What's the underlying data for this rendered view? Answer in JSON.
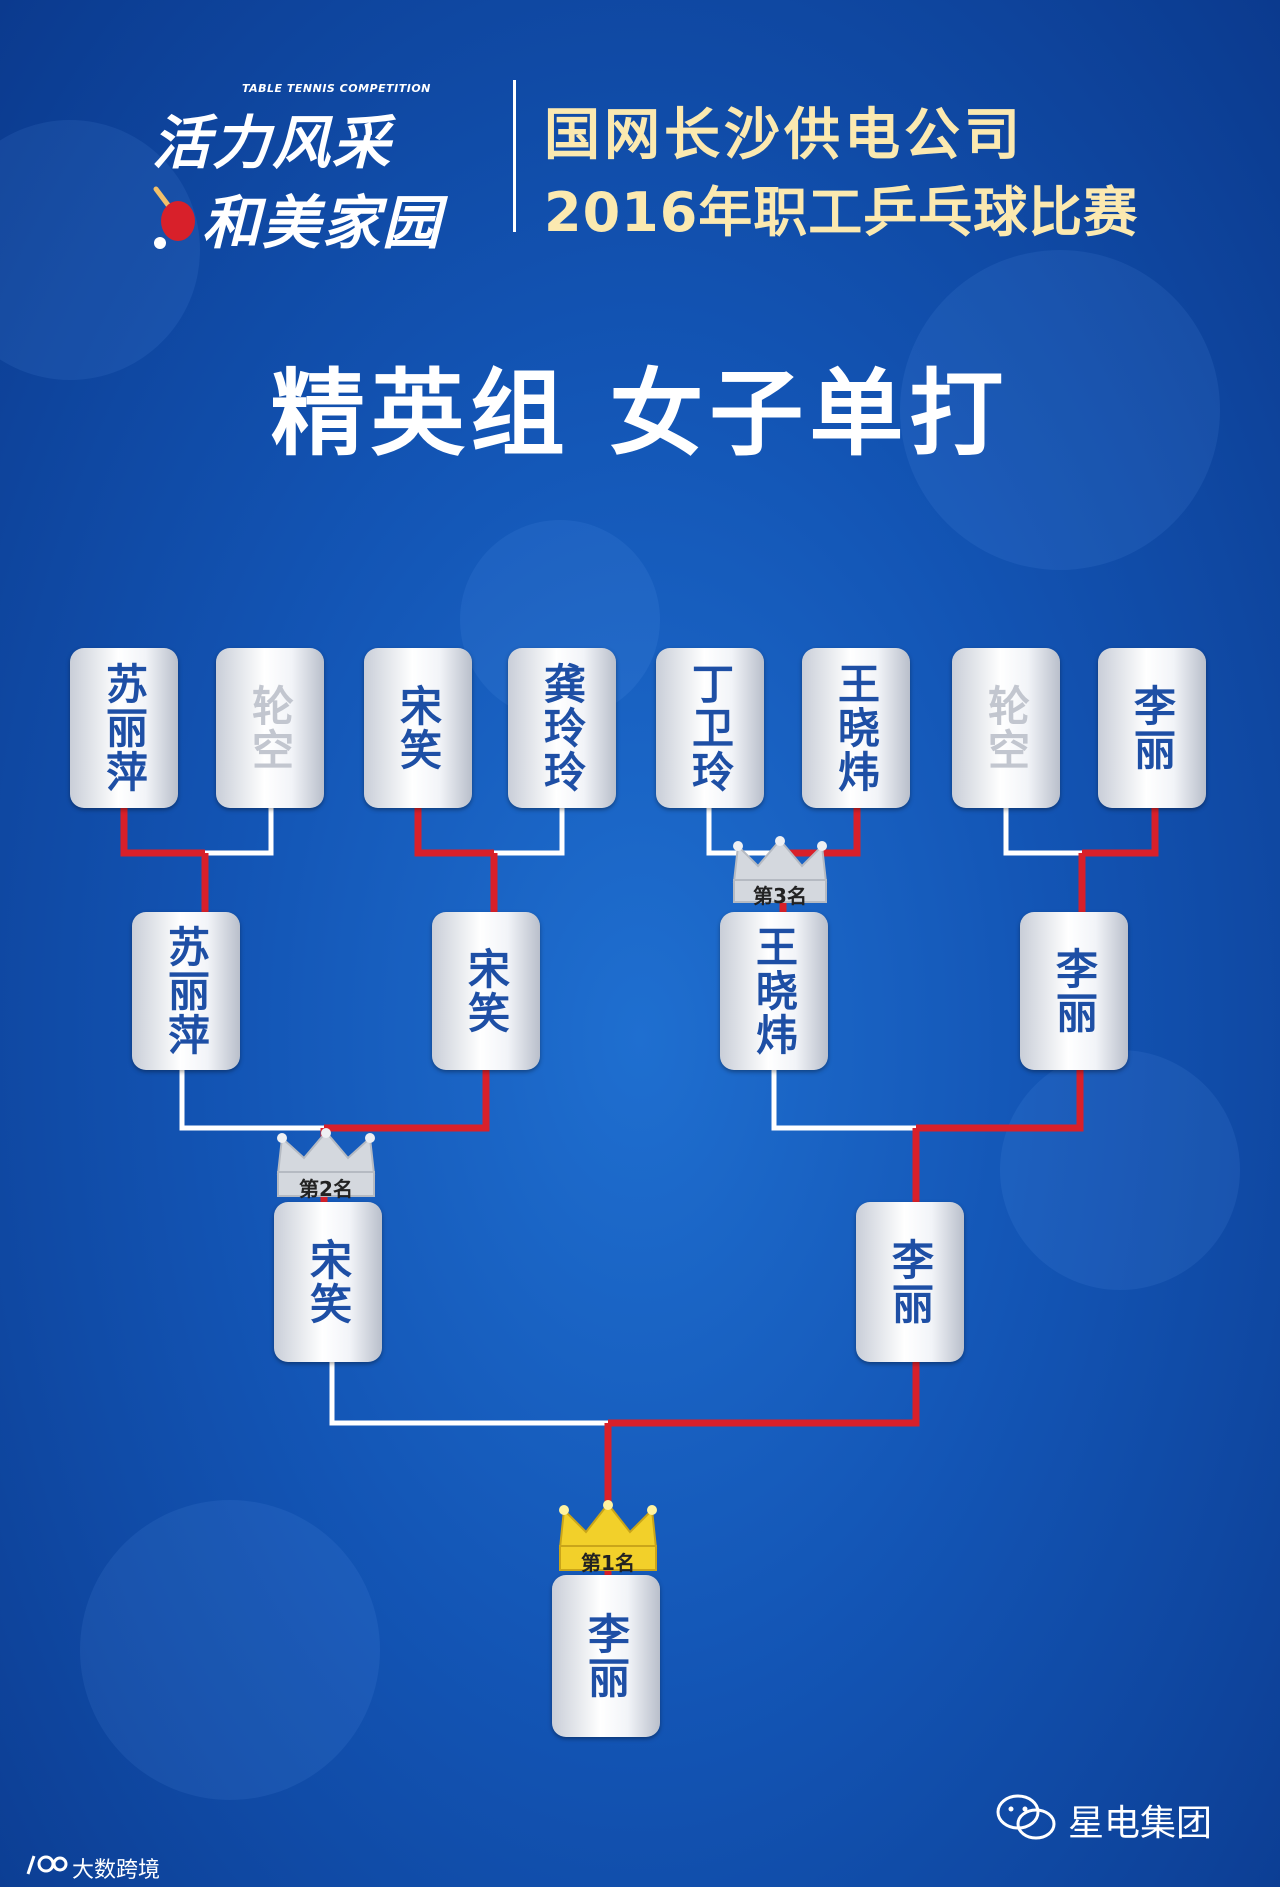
{
  "logo": {
    "subtitle": "TABLE TENNIS COMPETITION",
    "line1": "活力风采",
    "line2": "和美家园"
  },
  "header": {
    "org": "国网长沙供电公司",
    "event": "2016年职工乒乓球比赛"
  },
  "heading": "精英组 女子单打",
  "round1": [
    "苏丽萍",
    "轮空",
    "宋笑",
    "龚玲玲",
    "丁卫玲",
    "王晓炜",
    "轮空",
    "李丽"
  ],
  "round2": [
    "苏丽萍",
    "宋笑",
    "王晓炜",
    "李丽"
  ],
  "semifinal": [
    "宋笑",
    "李丽"
  ],
  "final": "李丽",
  "crowns": {
    "first": "第1名",
    "second": "第2名",
    "third": "第3名"
  },
  "colors": {
    "winner_line": "#d8202a",
    "loser_line": "#ffffff",
    "name_text": "#1e4fa5",
    "bye_text": "#c2c6cf",
    "gold": "#f2d02a",
    "silver": "#d4d8de"
  },
  "footer": {
    "brand": "星电集团",
    "watermark": "大数跨境"
  }
}
